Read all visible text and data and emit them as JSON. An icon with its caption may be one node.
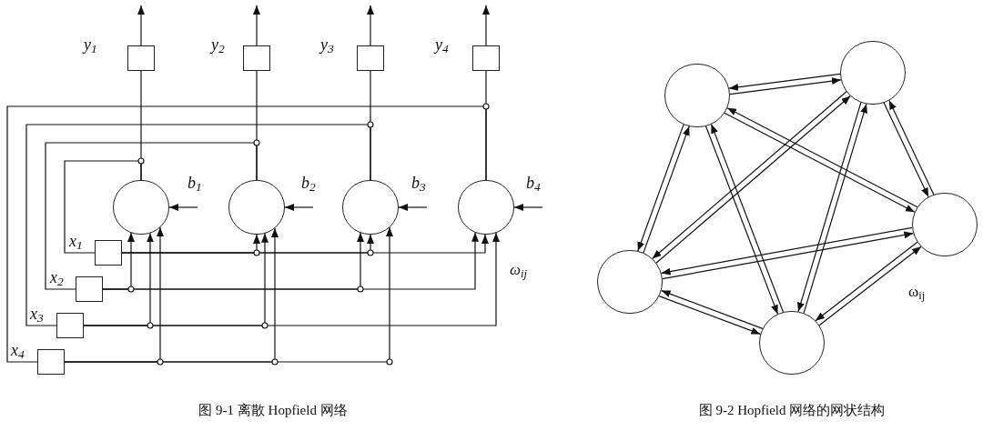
{
  "diagram": {
    "nodes": [
      {
        "text": [],
        "shape": "box",
        "beside": [
          "y$_{1}$"
        ]
      },
      {
        "text": [],
        "shape": "box",
        "beside": [
          "y$_{2}$"
        ]
      },
      {
        "text": [],
        "shape": "box",
        "beside": [
          "y$_{3}$"
        ]
      },
      {
        "text": [],
        "shape": "box",
        "beside": [
          "y$_{4}$"
        ]
      },
      {
        "text": [],
        "shape": "circle",
        "beside": [
          "b$_{1}$"
        ]
      },
      {
        "text": [],
        "shape": "circle",
        "beside": [
          "b$_{2}$"
        ]
      },
      {
        "text": [],
        "shape": "circle",
        "beside": [
          "b$_{3}$"
        ]
      },
      {
        "text": [],
        "shape": "circle",
        "beside": [
          "b$_{4}$"
        ]
      },
      {
        "text": [],
        "shape": "box",
        "beside": [
          "x$_{1}$"
        ]
      },
      {
        "text": [],
        "shape": "box",
        "beside": [
          "x$_{2}$"
        ]
      },
      {
        "text": [],
        "shape": "box",
        "beside": [
          "x$_{3}$"
        ]
      },
      {
        "text": [],
        "shape": "box",
        "beside": [
          "x$_{4}$"
        ]
      },
      {
        "text": [],
        "shape": "circle"
      },
      {
        "text": [],
        "shape": "circle"
      },
      {
        "text": [],
        "shape": "circle"
      },
      {
        "text": [],
        "shape": "circle"
      },
      {
        "text": [],
        "shape": "circle"
      }
    ],
    "edges": [
      {
        "from": 0,
        "to": null,
        "arrow": "to"
      },
      {
        "from": 1,
        "to": null,
        "arrow": "to"
      },
      {
        "from": 2,
        "to": null,
        "arrow": "to"
      },
      {
        "from": 3,
        "to": null,
        "arrow": "to"
      },
      {
        "from": 4,
        "to": 0,
        "arrow": "none"
      },
      {
        "from": 5,
        "to": 1,
        "arrow": "none"
      },
      {
        "from": 6,
        "to": 2,
        "arrow": "none"
      },
      {
        "from": 7,
        "to": 3,
        "arrow": "none"
      },
      {
        "from": null,
        "to": 4,
        "arrow": "to"
      },
      {
        "from": null,
        "to": 5,
        "arrow": "to"
      },
      {
        "from": null,
        "to": 6,
        "arrow": "to"
      },
      {
        "from": null,
        "to": 7,
        "arrow": "to"
      },
      {
        "from": 4,
        "to": 8,
        "arrow": "none"
      },
      {
        "from": 5,
        "to": 9,
        "arrow": "none"
      },
      {
        "from": 6,
        "to": 10,
        "arrow": "none"
      },
      {
        "from": 7,
        "to": 11,
        "arrow": "none"
      },
      {
        "from": 9,
        "to": 4,
        "arrow": "to"
      },
      {
        "from": 10,
        "to": 4,
        "arrow": "to"
      },
      {
        "from": 11,
        "to": 4,
        "arrow": "to"
      },
      {
        "from": 8,
        "to": 5,
        "arrow": "to"
      },
      {
        "from": 10,
        "to": 5,
        "arrow": "to"
      },
      {
        "from": 11,
        "to": 5,
        "arrow": "to"
      },
      {
        "from": 9,
        "to": 6,
        "arrow": "to"
      },
      {
        "from": 8,
        "to": 6,
        "arrow": "to"
      },
      {
        "from": 11,
        "to": 6,
        "arrow": "to"
      },
      {
        "from": 9,
        "to": 7,
        "arrow": "to"
      },
      {
        "from": 8,
        "to": 7,
        "arrow": "to"
      },
      {
        "from": 10,
        "to": 7,
        "arrow": "to"
      },
      {
        "from": 12,
        "to": 13,
        "arrow": "to"
      },
      {
        "from": 13,
        "to": 12,
        "arrow": "to"
      },
      {
        "from": 12,
        "to": 14,
        "arrow": "to"
      },
      {
        "from": 14,
        "to": 12,
        "arrow": "to"
      },
      {
        "from": 12,
        "to": 15,
        "arrow": "to"
      },
      {
        "from": 15,
        "to": 12,
        "arrow": "to"
      },
      {
        "from": 12,
        "to": 16,
        "arrow": "to"
      },
      {
        "from": 16,
        "to": 12,
        "arrow": "to"
      },
      {
        "from": 13,
        "to": 14,
        "arrow": "to"
      },
      {
        "from": 14,
        "to": 13,
        "arrow": "to"
      },
      {
        "from": 13,
        "to": 15,
        "arrow": "to"
      },
      {
        "from": 15,
        "to": 13,
        "arrow": "to"
      },
      {
        "from": 13,
        "to": 16,
        "arrow": "to"
      },
      {
        "from": 16,
        "to": 13,
        "arrow": "to"
      },
      {
        "from": 14,
        "to": 15,
        "arrow": "to"
      },
      {
        "from": 15,
        "to": 14,
        "arrow": "to"
      },
      {
        "from": 14,
        "to": 16,
        "arrow": "to"
      },
      {
        "from": 16,
        "to": 14,
        "arrow": "to"
      },
      {
        "from": 15,
        "to": 16,
        "arrow": "to"
      },
      {
        "from": 16,
        "to": 15,
        "arrow": "to"
      }
    ],
    "labels": [
      "ω$_{ij}$",
      "ω$_{ij}$",
      "图 9-1 离散 Hopfield 网络",
      "图 9-2 Hopfield 网络的网状结构"
    ]
  }
}
